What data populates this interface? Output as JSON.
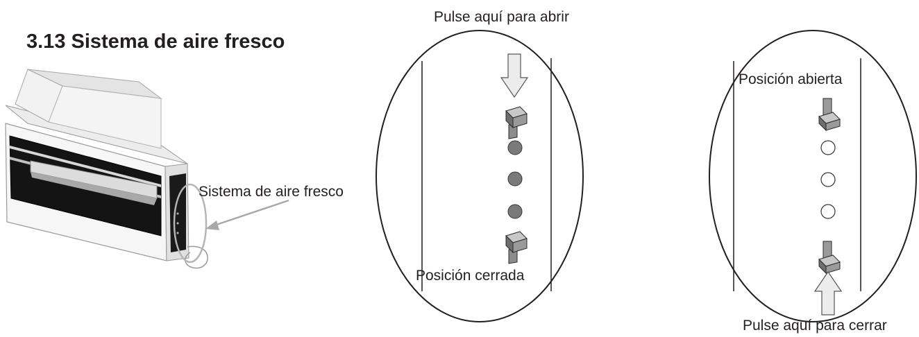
{
  "section": {
    "title": "3.13 Sistema de aire fresco"
  },
  "unit": {
    "callout_label": "Sistema de aire fresco"
  },
  "closed_view": {
    "instruction": "Pulse aquí para abrir",
    "position_label": "Posición cerrada"
  },
  "open_view": {
    "position_label": "Posición abierta",
    "instruction": "Pulse aquí para cerrar"
  },
  "icons": {
    "unit": "air-conditioner-unit-icon",
    "lever": "lever-switch-icon",
    "vent_hole": "vent-hole-icon",
    "arrow": "arrow-icon"
  },
  "colors": {
    "text": "#231f20",
    "hole_closed": "#7a7a7a",
    "hole_open": "#ffffff",
    "arrow": "#e8e8e8",
    "unit_panel": "#141414"
  }
}
